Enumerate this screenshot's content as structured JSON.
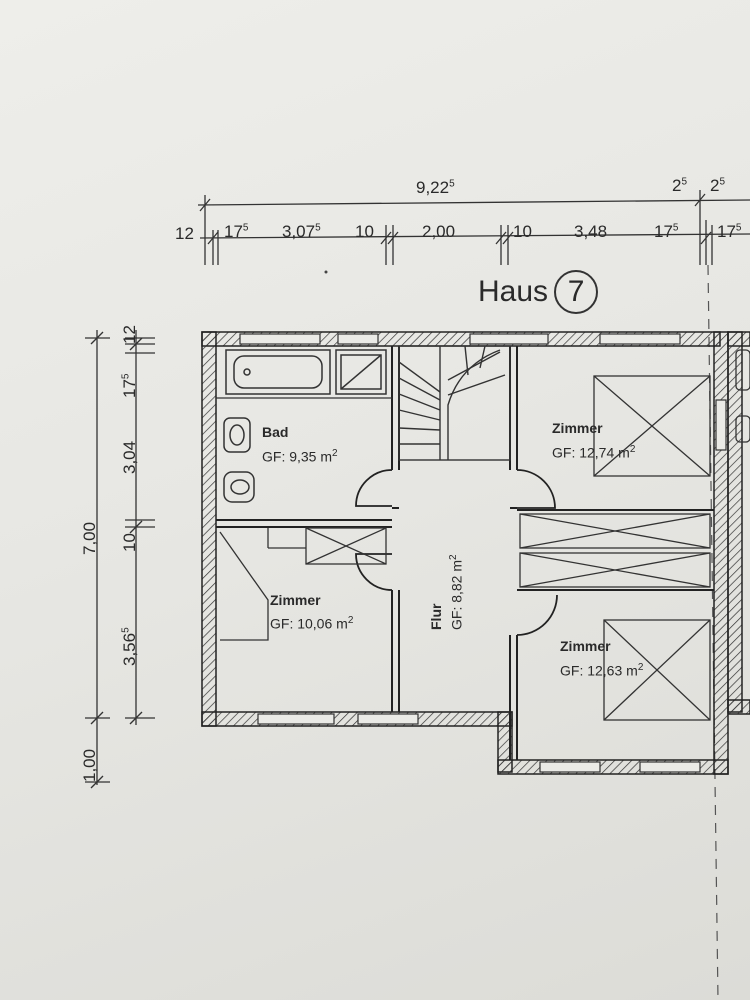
{
  "header": {
    "house_label": "Haus",
    "house_number": "7"
  },
  "dimensions_top": {
    "total": "9,22",
    "total_sup": "5",
    "segments": [
      {
        "main": "12",
        "sup": ""
      },
      {
        "main": "17",
        "sup": "5"
      },
      {
        "main": "3,07",
        "sup": "5"
      },
      {
        "main": "10",
        "sup": ""
      },
      {
        "main": "2,00",
        "sup": ""
      },
      {
        "main": "10",
        "sup": ""
      },
      {
        "main": "3,48",
        "sup": ""
      },
      {
        "main": "17",
        "sup": "5"
      },
      {
        "main": "17",
        "sup": "5"
      }
    ],
    "right_small_a": "2",
    "right_small_a_sup": "5",
    "right_small_b": "2",
    "right_small_b_sup": "5"
  },
  "dimensions_left": {
    "total": "7,00",
    "bottom_extra": "1,00",
    "segments": [
      {
        "main": "12",
        "sup": ""
      },
      {
        "main": "17",
        "sup": "5"
      },
      {
        "main": "3,04",
        "sup": ""
      },
      {
        "main": "10",
        "sup": ""
      },
      {
        "main": "3,56",
        "sup": "5"
      }
    ]
  },
  "rooms": {
    "bad": {
      "name": "Bad",
      "area": "GF: 9,35 m",
      "area_sup": "2"
    },
    "zimmer_left": {
      "name": "Zimmer",
      "area": "GF: 10,06 m",
      "area_sup": "2"
    },
    "flur": {
      "name": "Flur",
      "area": "GF: 8,82 m",
      "area_sup": "2"
    },
    "zimmer_top_right": {
      "name": "Zimmer",
      "area": "GF: 12,74 m",
      "area_sup": "2"
    },
    "zimmer_bottom_right": {
      "name": "Zimmer",
      "area": "GF: 12,63 m",
      "area_sup": "2"
    }
  }
}
